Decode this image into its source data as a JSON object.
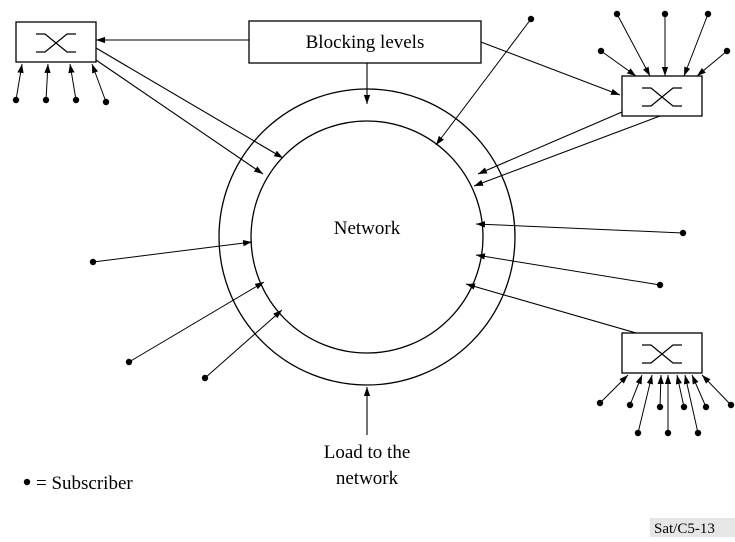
{
  "diagram": {
    "blocking_label": "Blocking levels",
    "center_label": "Network",
    "load_label_line1": "Load to the",
    "load_label_line2": "network",
    "legend_text": "= Subscriber",
    "figure_tag": "Sat/C5-13"
  },
  "colors": {
    "ink": "#000000",
    "background": "#ffffff",
    "tag_background": "#e6e6e6"
  },
  "icons": {
    "switch": "switch-icon",
    "subscriber": "subscriber-dot-icon"
  }
}
